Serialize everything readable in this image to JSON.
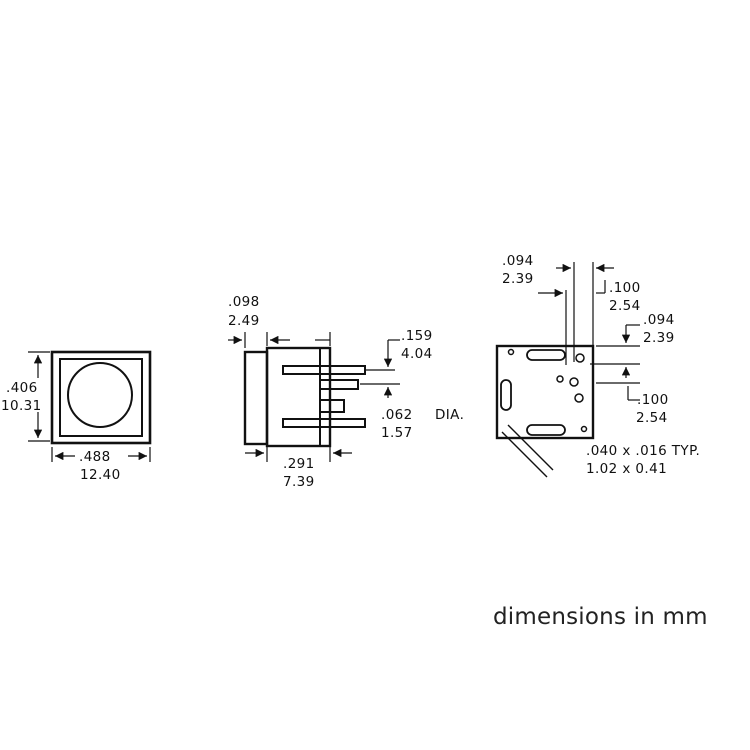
{
  "front_view": {
    "height_inch": ".406",
    "height_mm": "10.31",
    "width_inch": ".488",
    "width_mm": "12.40"
  },
  "side_view": {
    "bezel_inch": ".098",
    "bezel_mm": "2.49",
    "pin_offset_inch": ".159",
    "pin_offset_mm": "4.04",
    "pin_dia_inch": ".062",
    "pin_dia_mm": "1.57",
    "pin_dia_suffix": "DIA.",
    "body_depth_inch": ".291",
    "body_depth_mm": "7.39"
  },
  "footprint_view": {
    "top_offset_inch": ".094",
    "top_offset_mm": "2.39",
    "top_spacing_inch": ".100",
    "top_spacing_mm": "2.54",
    "right_offset_inch": ".094",
    "right_offset_mm": "2.39",
    "right_spacing_inch": ".100",
    "right_spacing_mm": "2.54",
    "slot_inch": ".040  x  .016  TYP.",
    "slot_mm": "1.02  x  0.41"
  },
  "footer_note": "dimensions in mm"
}
